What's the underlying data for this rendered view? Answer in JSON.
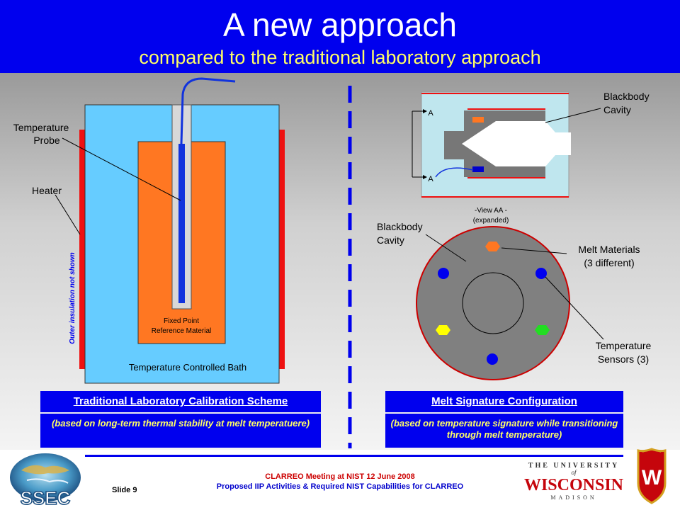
{
  "header": {
    "title": "A new approach",
    "subtitle": "compared to the traditional laboratory approach"
  },
  "left_diagram": {
    "temperature_probe": [
      "Temperature",
      "Probe"
    ],
    "heater": "Heater",
    "insulation_note": "Outer insulation not shown",
    "fixed_point": [
      "Fixed Point",
      "Reference Material"
    ],
    "bath": "Temperature Controlled Bath"
  },
  "right_diagram": {
    "blackbody_cavity_top": [
      "Blackbody",
      "Cavity"
    ],
    "section_marker": "A",
    "view_label": [
      "-View AA -",
      "(expanded)"
    ],
    "blackbody_cavity_bottom": [
      "Blackbody",
      "Cavity"
    ],
    "melt_materials": [
      "Melt Materials",
      "(3 different)"
    ],
    "temperature_sensors": [
      "Temperature",
      "Sensors (3)"
    ]
  },
  "boxes": {
    "left_title": "Traditional Laboratory Calibration Scheme",
    "left_sub": "(based on long-term thermal stability at melt temperatuere)",
    "right_title": "Melt Signature Configuration",
    "right_sub": "(based on temperature signature while transitioning through melt temperature)"
  },
  "footer": {
    "line1": "CLARREO Meeting at NIST 12 June 2008",
    "line2": "Proposed IIP Activities & Required NIST Capabilities for CLARREO",
    "slide": "Slide 9",
    "ssec_logo": "SSEC",
    "uw_logo_line1": "THE UNIVERSITY",
    "uw_logo_of": "of",
    "uw_logo_line2": "WISCONSIN",
    "uw_logo_line3": "MADISON",
    "crest_letter": "W"
  },
  "colors": {
    "header_blue": "#0000ee",
    "subtitle_yellow": "#ffff66",
    "bath_blue": "#66ccff",
    "fixed_point_orange": "#ff7722",
    "heater_red": "#ee1111",
    "footer_red": "#cc0000"
  }
}
